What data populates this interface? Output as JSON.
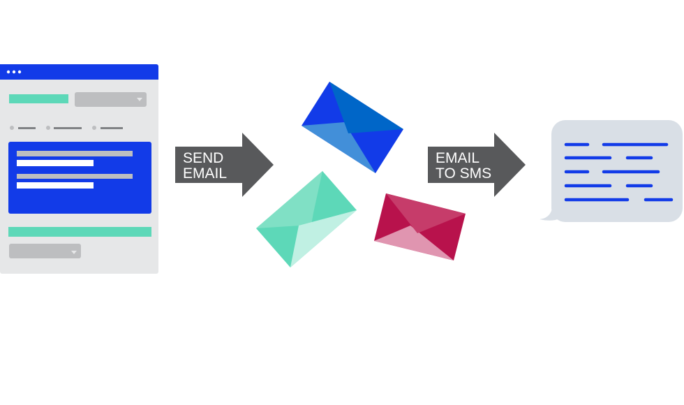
{
  "send_arrow": {
    "line1": "SEND",
    "line2": "EMAIL"
  },
  "sms_arrow": {
    "line1": "EMAIL",
    "line2": "TO SMS"
  },
  "colors": {
    "blue": "#123be8",
    "teal": "#5dd8b8",
    "arrow_gray": "#58595b",
    "window_bg": "#e6e7e8",
    "field_gray": "#bdbec0",
    "bubble": "#d9dfe6",
    "pink": "#b8124c"
  }
}
